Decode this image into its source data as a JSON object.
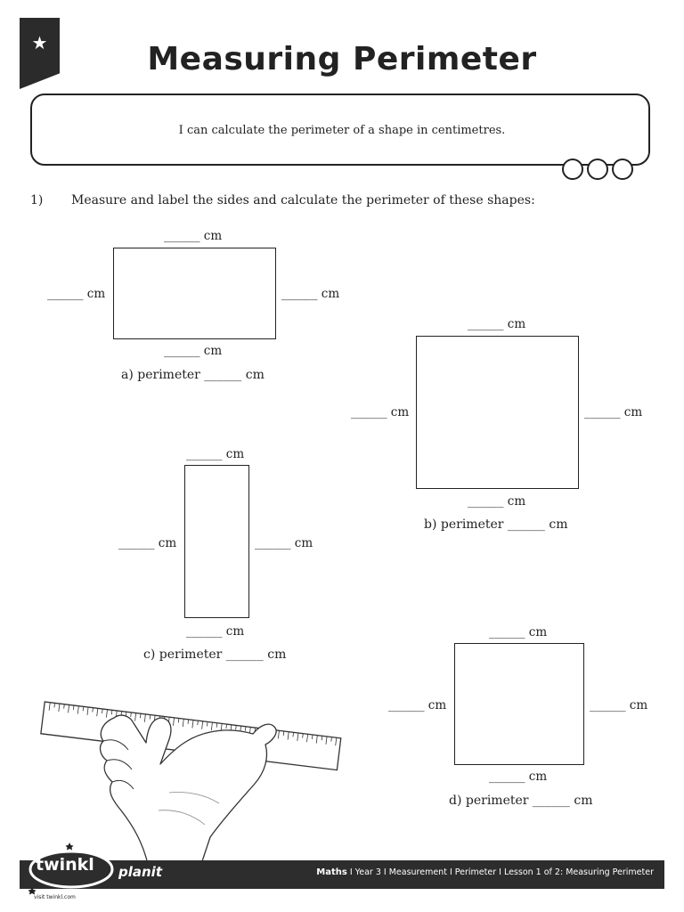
{
  "header": {
    "title": "Measuring Perimeter",
    "objective": "I can calculate the perimeter of a shape in centimetres.",
    "badge_icon": "star-icon"
  },
  "question": {
    "number": "1)",
    "instruction": "Measure and label the sides and calculate the perimeter of these shapes:"
  },
  "side_label": "______ cm",
  "shapes": {
    "a": {
      "perimeter": "a) perimeter ______ cm"
    },
    "b": {
      "perimeter": "b) perimeter ______ cm"
    },
    "c": {
      "perimeter": "c) perimeter ______ cm"
    },
    "d": {
      "perimeter": "d) perimeter ______ cm"
    }
  },
  "footer": {
    "brand": "twinkl",
    "product": "planit",
    "website": "visit twinkl.com",
    "subject": "Maths",
    "breadcrumb": " I Year 3 I Measurement I Perimeter I Lesson 1 of 2: Measuring Perimeter"
  }
}
